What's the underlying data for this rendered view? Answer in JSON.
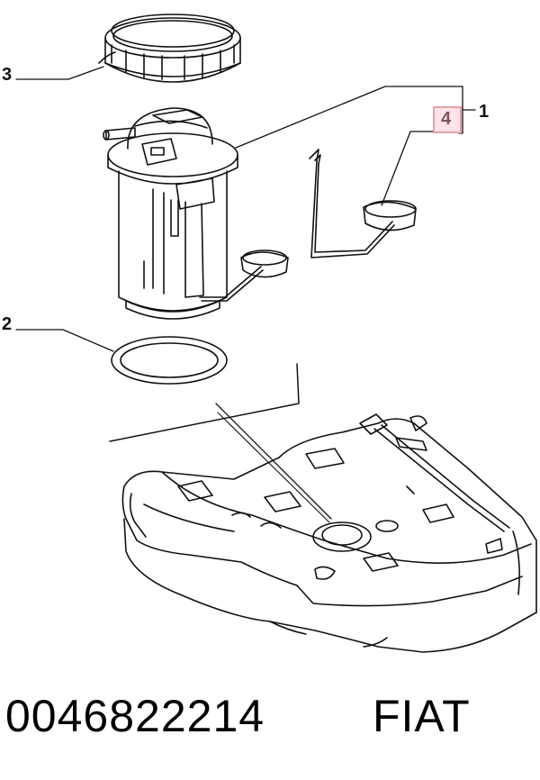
{
  "diagram": {
    "callouts": {
      "c1": "1",
      "c2": "2",
      "c3": "3",
      "c4": "4"
    },
    "highlight_color": "#fbe3e6",
    "highlight_border": "#e8a0a8"
  },
  "footer": {
    "part_number": "0046822214",
    "brand": "FIAT"
  }
}
